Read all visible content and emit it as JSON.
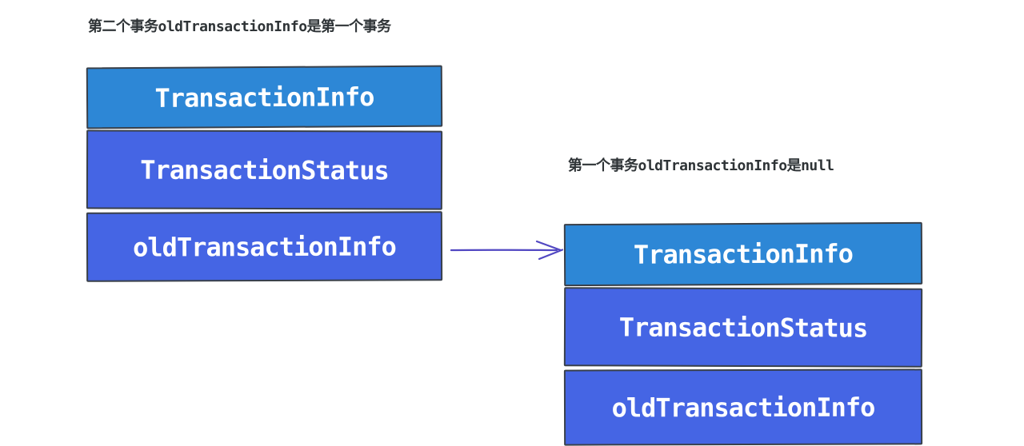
{
  "left_group": {
    "title": "第二个事务oldTransactionInfo是第一个事务",
    "boxes": [
      {
        "label": "TransactionInfo"
      },
      {
        "label": "TransactionStatus"
      },
      {
        "label": "oldTransactionInfo"
      }
    ]
  },
  "right_group": {
    "title": "第一个事务oldTransactionInfo是null",
    "boxes": [
      {
        "label": "TransactionInfo"
      },
      {
        "label": "TransactionStatus"
      },
      {
        "label": "oldTransactionInfo"
      }
    ]
  },
  "arrow": {
    "direction": "right",
    "from": "oldTransactionInfo (left stack)",
    "to": "TransactionInfo (right stack)"
  },
  "colors": {
    "light_blue": "#2d87d6",
    "royal_blue": "#4565e4",
    "border": "#39404a",
    "arrow": "#5147c2",
    "title_text": "#2f3437",
    "box_text": "#ffffff"
  }
}
